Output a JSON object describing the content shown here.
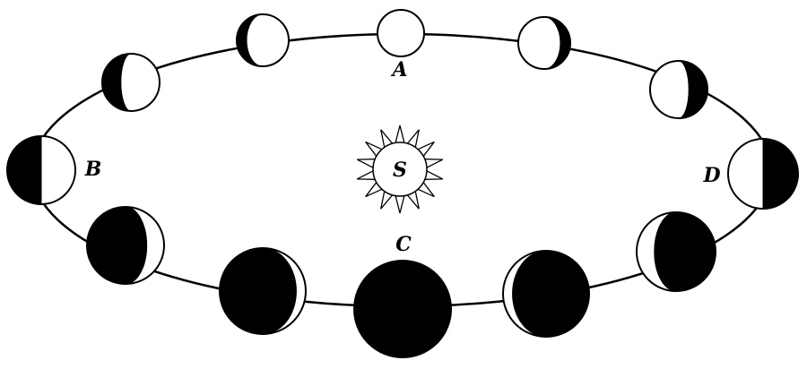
{
  "labels": {
    "a": "A",
    "b": "B",
    "c": "C",
    "d": "D",
    "sun": "S"
  },
  "colors": {
    "ink": "#000000",
    "paper": "#ffffff"
  },
  "planets": [
    {
      "id": "A",
      "lit_side": "full"
    },
    {
      "id": "A-right-1",
      "lit_side": "mostly-lit-dark-right"
    },
    {
      "id": "A-right-2",
      "lit_side": "mostly-lit-dark-right"
    },
    {
      "id": "D",
      "lit_side": "half-lit-left"
    },
    {
      "id": "D-lower",
      "lit_side": "crescent-left"
    },
    {
      "id": "C-right",
      "lit_side": "crescent-left"
    },
    {
      "id": "C",
      "lit_side": "new"
    },
    {
      "id": "C-left",
      "lit_side": "crescent-right"
    },
    {
      "id": "B-lower",
      "lit_side": "crescent-right"
    },
    {
      "id": "B",
      "lit_side": "half-lit-right"
    },
    {
      "id": "B-upper",
      "lit_side": "mostly-lit-dark-left"
    },
    {
      "id": "A-left-1",
      "lit_side": "mostly-lit-dark-left"
    }
  ]
}
